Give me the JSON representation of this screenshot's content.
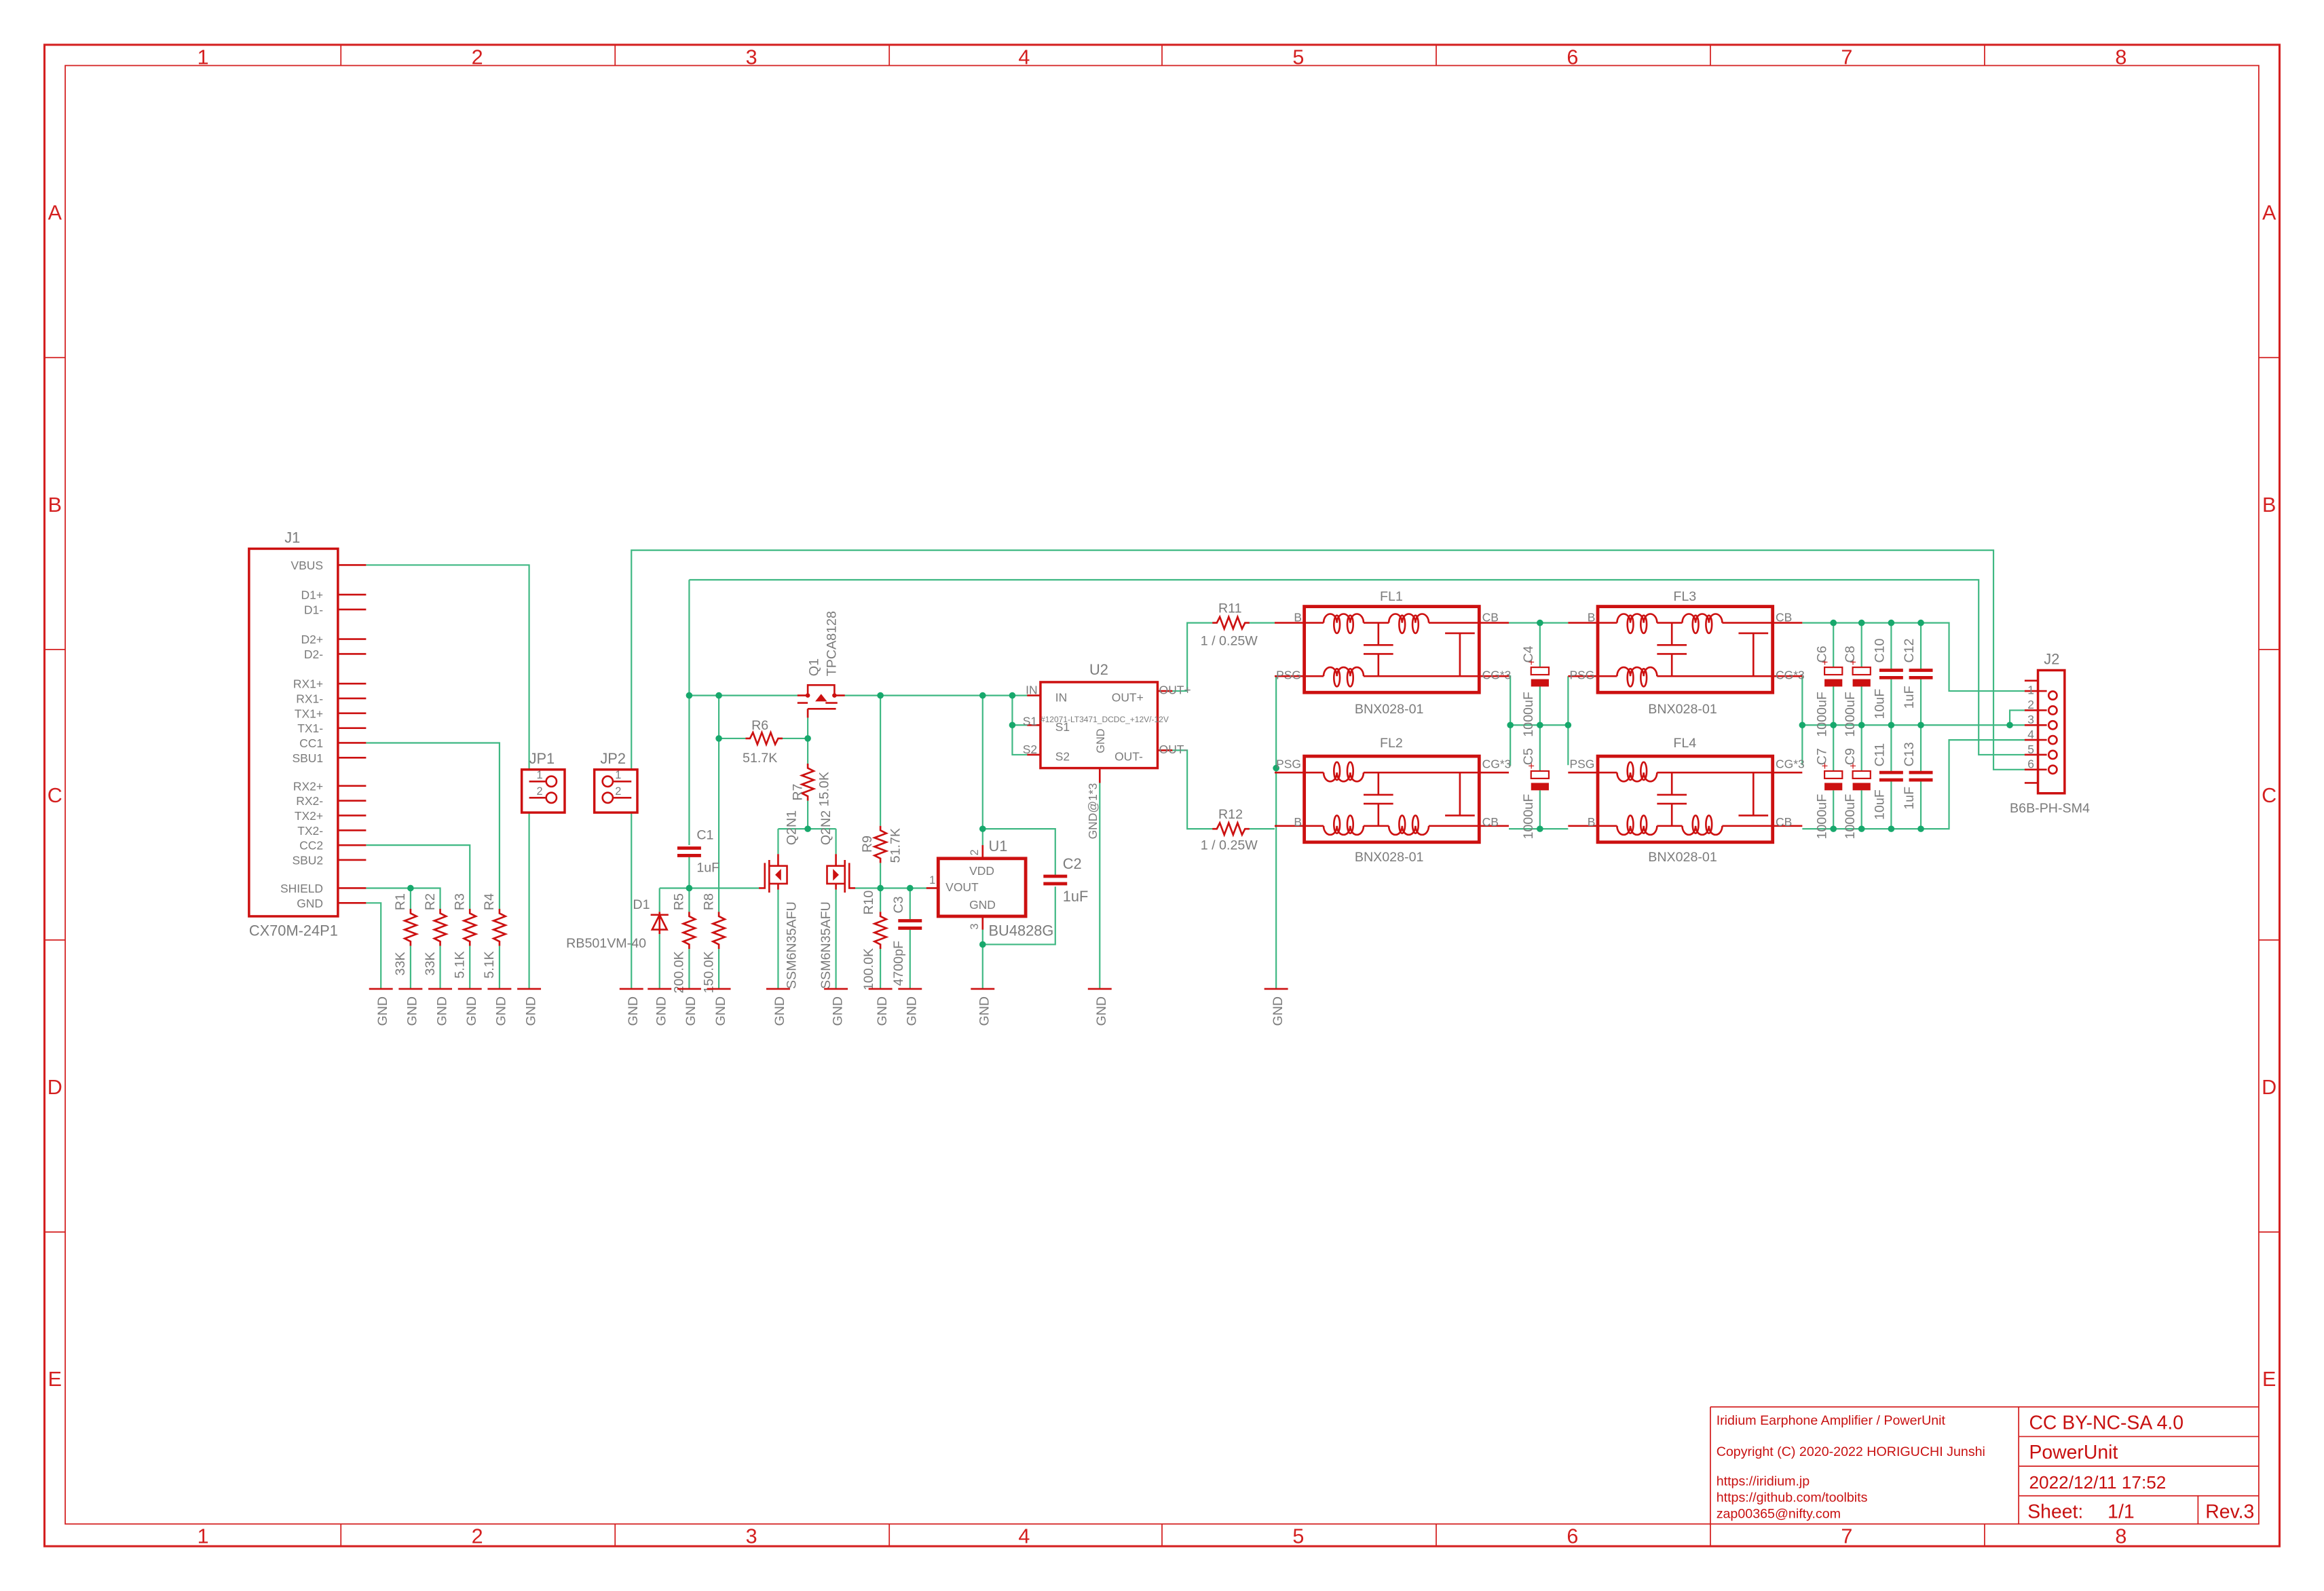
{
  "frame": {
    "columns": [
      "1",
      "2",
      "3",
      "4",
      "5",
      "6",
      "7",
      "8"
    ],
    "rows": [
      "A",
      "B",
      "C",
      "D",
      "E"
    ]
  },
  "title_block": {
    "project": "Iridium Earphone Amplifier / PowerUnit",
    "copyright": "Copyright (C) 2020-2022 HORIGUCHI Junshi",
    "url1": "https://iridium.jp",
    "url2": "https://github.com/toolbits",
    "email": "zap00365@nifty.com",
    "license": "CC BY-NC-SA 4.0",
    "sheet_name": "PowerUnit",
    "date": "2022/12/11 17:52",
    "sheet_label": "Sheet:",
    "sheet_value": "1/1",
    "revision": "Rev.3"
  },
  "net_labels": {
    "gnd": "GND"
  },
  "components": {
    "J1": {
      "ref": "J1",
      "value": "CX70M-24P1",
      "pins": [
        "VBUS",
        "D1+",
        "D1-",
        "D2+",
        "D2-",
        "RX1+",
        "RX1-",
        "TX1+",
        "TX1-",
        "CC1",
        "SBU1",
        "RX2+",
        "RX2-",
        "TX2+",
        "TX2-",
        "CC2",
        "SBU2",
        "SHIELD",
        "GND"
      ]
    },
    "JP1": {
      "ref": "JP1",
      "pins": [
        "1",
        "2"
      ]
    },
    "JP2": {
      "ref": "JP2",
      "pins": [
        "1",
        "2"
      ]
    },
    "R1": {
      "ref": "R1",
      "value": "33K"
    },
    "R2": {
      "ref": "R2",
      "value": "33K"
    },
    "R3": {
      "ref": "R3",
      "value": "5.1K"
    },
    "R4": {
      "ref": "R4",
      "value": "5.1K"
    },
    "R5": {
      "ref": "R5",
      "value": "200.0K"
    },
    "R6": {
      "ref": "R6",
      "value": "51.7K"
    },
    "R7": {
      "ref": "R7",
      "value": "15.0K"
    },
    "R8": {
      "ref": "R8",
      "value": "150.0K"
    },
    "R9": {
      "ref": "R9",
      "value": "51.7K"
    },
    "R10": {
      "ref": "R10",
      "value": "100.0K"
    },
    "R11": {
      "ref": "R11",
      "value": "1 / 0.25W"
    },
    "R12": {
      "ref": "R12",
      "value": "1 / 0.25W"
    },
    "C1": {
      "ref": "C1",
      "value": "1uF"
    },
    "C2": {
      "ref": "C2",
      "value": "1uF"
    },
    "C3": {
      "ref": "C3",
      "value": "4700pF"
    },
    "C4": {
      "ref": "C4",
      "value": "1000uF"
    },
    "C5": {
      "ref": "C5",
      "value": "1000uF"
    },
    "C6": {
      "ref": "C6",
      "value": "1000uF"
    },
    "C7": {
      "ref": "C7",
      "value": "1000uF"
    },
    "C8": {
      "ref": "C8",
      "value": "1000uF"
    },
    "C9": {
      "ref": "C9",
      "value": "1000uF"
    },
    "C10": {
      "ref": "C10",
      "value": "10uF"
    },
    "C11": {
      "ref": "C11",
      "value": "10uF"
    },
    "C12": {
      "ref": "C12",
      "value": "1uF"
    },
    "C13": {
      "ref": "C13",
      "value": "1uF"
    },
    "D1": {
      "ref": "D1",
      "value": "RB501VM-40"
    },
    "Q1": {
      "ref": "Q1",
      "value": "TPCA8128"
    },
    "Q2N1": {
      "ref": "Q2N1",
      "value": "SSM6N35AFU"
    },
    "Q2N2": {
      "ref": "Q2N2",
      "value": "SSM6N35AFU"
    },
    "U1": {
      "ref": "U1",
      "value": "BU4828G",
      "pins": {
        "vdd": "VDD",
        "vout": "VOUT",
        "gnd": "GND",
        "n1": "1",
        "n2": "2",
        "n3": "3"
      }
    },
    "U2": {
      "ref": "U2",
      "value": "#12071-LT3471_DCDC_+12V/-12V",
      "pins": {
        "in": "IN",
        "s1": "S1",
        "s2": "S2",
        "out_p": "OUT+",
        "out_n": "OUT-",
        "gnd": "GND",
        "gnd_ext": "GND@1*3"
      }
    },
    "FL1": {
      "ref": "FL1",
      "value": "BNX028-01"
    },
    "FL2": {
      "ref": "FL2",
      "value": "BNX028-01"
    },
    "FL3": {
      "ref": "FL3",
      "value": "BNX028-01"
    },
    "FL4": {
      "ref": "FL4",
      "value": "BNX028-01"
    },
    "FL_pins": {
      "b": "B",
      "psg": "PSG",
      "cb": "CB",
      "cg": "CG*3"
    },
    "J2": {
      "ref": "J2",
      "value": "B6B-PH-SM4",
      "pins": [
        "1",
        "2",
        "3",
        "4",
        "5",
        "6"
      ]
    }
  }
}
